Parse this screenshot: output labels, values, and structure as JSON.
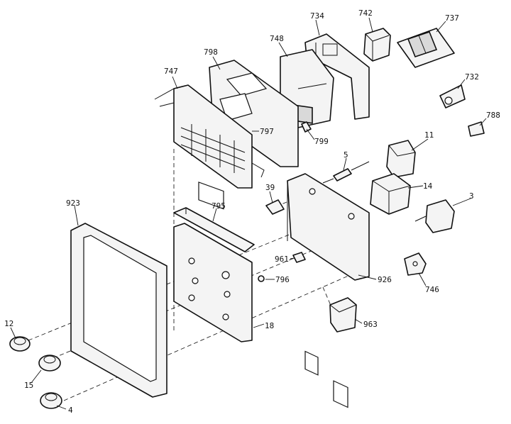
{
  "callouts": {
    "p734": "734",
    "p742": "742",
    "p737": "737",
    "p748": "748",
    "p798": "798",
    "p747": "747",
    "p732": "732",
    "p788": "788",
    "p797": "797",
    "p799": "799",
    "p11": "11",
    "p5": "5",
    "p14": "14",
    "p39": "39",
    "p3": "3",
    "p923": "923",
    "p795": "795",
    "p961": "961",
    "p926": "926",
    "p796": "796",
    "p746": "746",
    "p18": "18",
    "p963": "963",
    "p12": "12",
    "p15": "15",
    "p4": "4"
  }
}
